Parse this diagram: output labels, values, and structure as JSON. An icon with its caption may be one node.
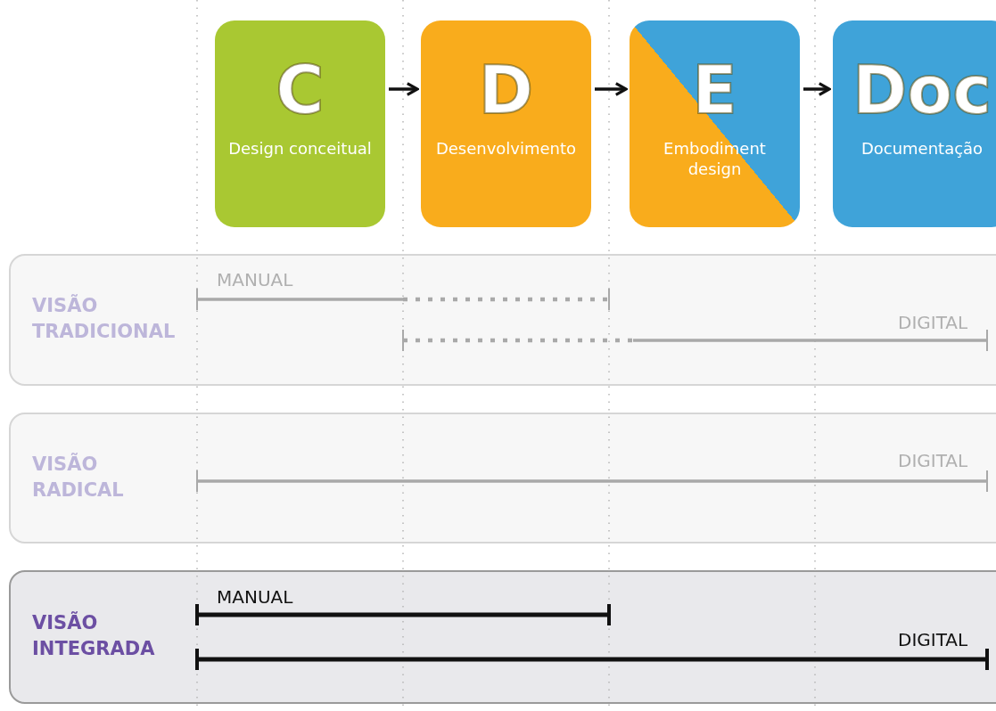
{
  "diagram": {
    "nodes": [
      {
        "text": [
          "C",
          "Design conceitual"
        ]
      },
      {
        "text": [
          "D",
          "Desenvolvimento"
        ]
      },
      {
        "text": [
          "E",
          "Embodiment design"
        ]
      },
      {
        "text": [
          "Doc",
          "Documentação"
        ]
      },
      {
        "text": [
          "VISÃO TRADICIONAL"
        ]
      },
      {
        "text": [
          "VISÃO RADICAL"
        ]
      },
      {
        "text": [
          "VISÃO INTEGRADA"
        ]
      }
    ],
    "edges": [
      {
        "from": 0,
        "to": 1,
        "arrow": "to"
      },
      {
        "from": 1,
        "to": 2,
        "arrow": "to"
      },
      {
        "from": 2,
        "to": 3,
        "arrow": "to"
      }
    ],
    "labels": [
      "MANUAL",
      "DIGITAL",
      "DIGITAL",
      "MANUAL",
      "DIGITAL"
    ]
  }
}
